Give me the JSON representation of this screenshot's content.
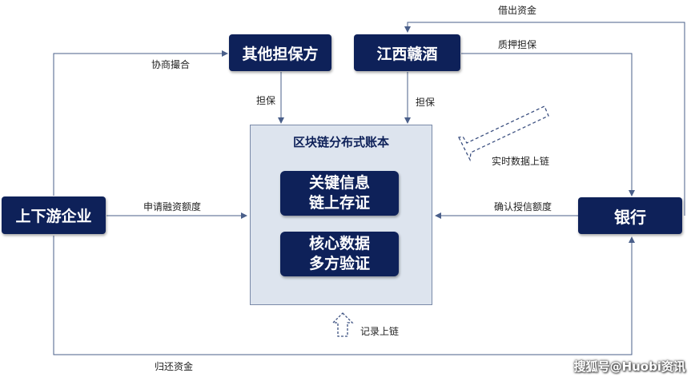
{
  "nodes": {
    "upstream_enterprise": "上下游企业",
    "other_guarantor": "其他担保方",
    "jiangxi_ganjiu": "江西赣酒",
    "bank": "银行",
    "ledger_title": "区块链分布式账本",
    "key_info_line1": "关键信息",
    "key_info_line2": "链上存证",
    "core_data_line1": "核心数据",
    "core_data_line2": "多方验证"
  },
  "edge_labels": {
    "lend_funds": "借出资金",
    "pledge_guarantee": "质押担保",
    "coordinate_match": "协商撮合",
    "guarantee_left": "担保",
    "guarantee_right": "担保",
    "realtime_chain": "实时数据上链",
    "apply_credit": "申请融资额度",
    "confirm_credit": "确认授信额度",
    "record_chain": "记录上链",
    "repay_funds": "归还资金"
  },
  "watermark": "搜狐号@Huobi资讯",
  "colors": {
    "node_dark": "#0e2159",
    "ledger_fill": "#dde4ee",
    "line": "#4a5f8a"
  }
}
